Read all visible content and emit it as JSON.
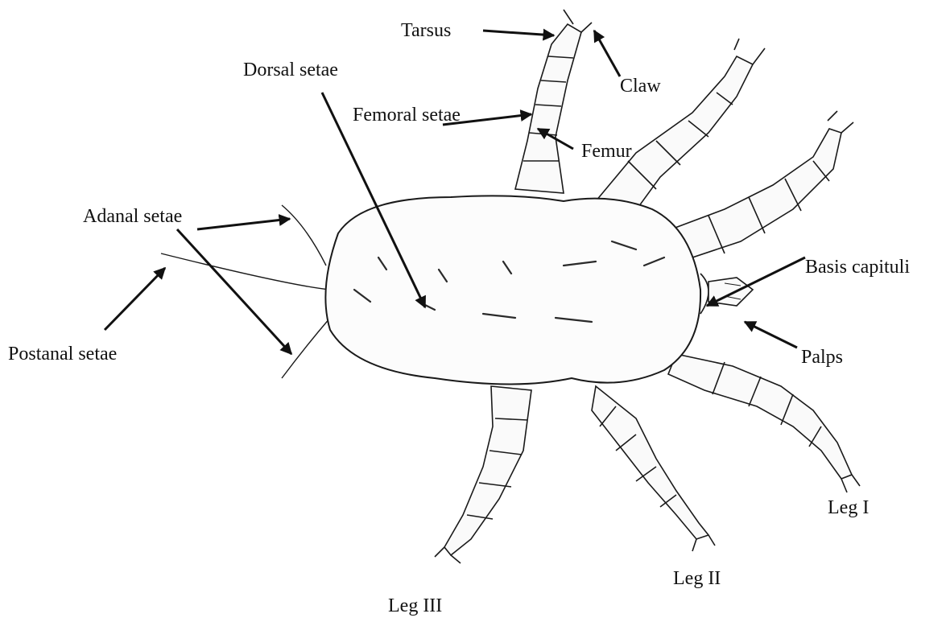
{
  "diagram": {
    "subject": "mite dorsal view line drawing",
    "colors": {
      "ink": "#1a1a1a",
      "shade": "#555555",
      "arrow": "#111111",
      "background": "#ffffff"
    },
    "labels": {
      "tarsus": "Tarsus",
      "claw": "Claw",
      "dorsal_setae": "Dorsal setae",
      "femoral_setae": "Femoral setae",
      "femur": "Femur",
      "adanal_setae": "Adanal setae",
      "postanal_setae": "Postanal setae",
      "basis_capituli": "Basis capituli",
      "palps": "Palps",
      "leg_i": "Leg I",
      "leg_ii": "Leg II",
      "leg_iii": "Leg III"
    }
  }
}
